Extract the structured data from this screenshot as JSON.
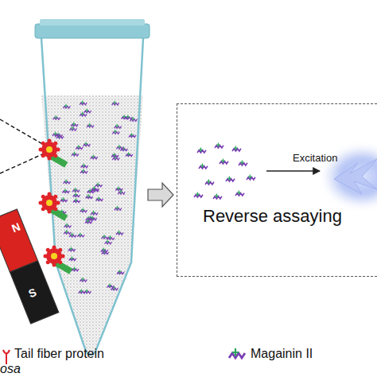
{
  "diagram": {
    "nodes": [
      {
        "text": [
          "Reverse assaying"
        ]
      }
    ],
    "labels": [
      "Excitation",
      "N",
      "S",
      "osa"
    ],
    "legend": [
      {
        "text": "Tail fiber protein"
      },
      {
        "text": "Magainin II"
      }
    ]
  }
}
